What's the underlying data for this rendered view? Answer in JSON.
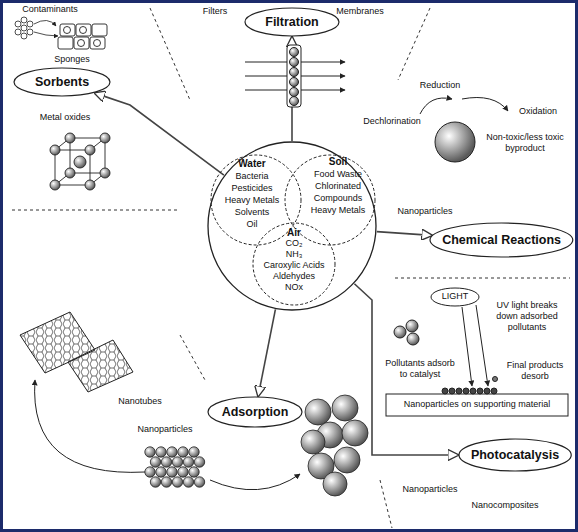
{
  "diagram": {
    "nodes": [
      {
        "text": [
          "Filtration"
        ]
      },
      {
        "text": [
          "Sorbents"
        ]
      },
      {
        "text": []
      },
      {
        "text": [
          "Water",
          "Bacteria",
          "Pesticides",
          "Heavy Metals",
          "Solvents",
          "Oil"
        ],
        "in": 2
      },
      {
        "text": [
          "Soil",
          "Food Waste",
          "Chlorinated Compounds",
          "Heavy Metals"
        ],
        "in": 2
      },
      {
        "text": [
          "Air",
          "CO₂",
          "NH₃",
          "Caroxylic Acids",
          "Aldehydes",
          "NOx"
        ],
        "in": 2
      },
      {
        "text": [
          "Chemical Reactions"
        ]
      },
      {
        "text": [
          "Adsorption"
        ]
      },
      {
        "text": [
          "Photocatalysis"
        ]
      }
    ],
    "edges": [
      {
        "from": 2,
        "to": 0,
        "arrow": "to"
      },
      {
        "from": 2,
        "to": 1,
        "arrow": "to"
      },
      {
        "from": 2,
        "to": 6,
        "arrow": "to"
      },
      {
        "from": 2,
        "to": 7,
        "arrow": "to"
      },
      {
        "from": 2,
        "to": 8,
        "arrow": "to"
      }
    ],
    "labels": [
      "Contaminants",
      "Sponges",
      "Metal oxides",
      "Filters",
      "Membranes",
      "Reduction",
      "Oxidation",
      "Dechlorination",
      "Non-toxic/less toxic byproduct",
      "Nanoparticles",
      "LIGHT",
      "UV light breaks down adsorbed pollutants",
      "Pollutants adsorb to catalyst",
      "Final products desorb",
      "Nanoparticles on supporting material",
      "Nanoparticles",
      "Nanocomposites",
      "Nanotubes",
      "Nanoparticles"
    ]
  }
}
